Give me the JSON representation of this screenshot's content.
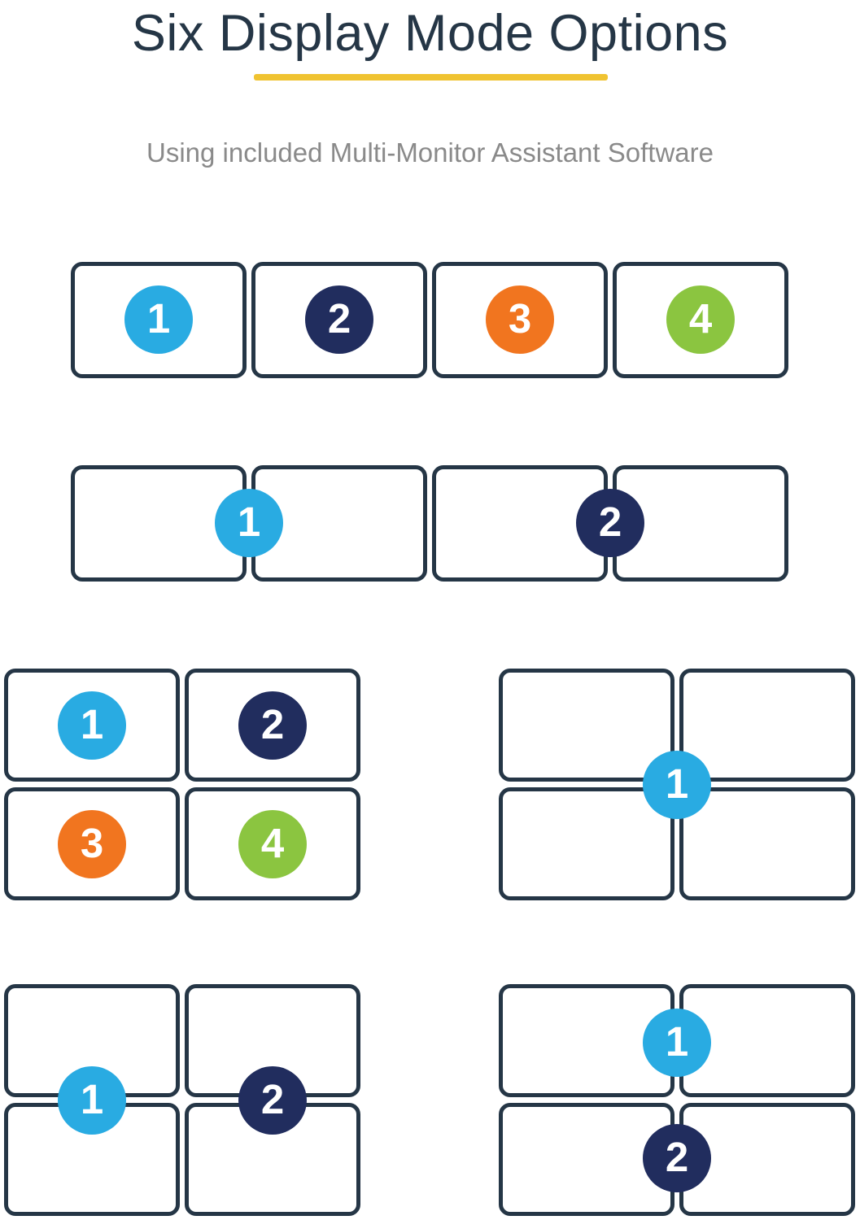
{
  "header": {
    "title": "Six Display Mode Options",
    "subtitle": "Using included Multi-Monitor Assistant Software"
  },
  "colors": {
    "title": "#253646",
    "subtitle": "#8A8A8A",
    "accent_yellow": "#F0C331",
    "monitor_border": "#253646",
    "badge_blue": "#29ABE2",
    "badge_navy": "#212D5E",
    "badge_orange": "#F1751F",
    "badge_green": "#8BC540"
  },
  "modes": [
    {
      "id": "four-across-independent",
      "monitors": 4,
      "badges": [
        {
          "label": "1",
          "color": "blue"
        },
        {
          "label": "2",
          "color": "navy"
        },
        {
          "label": "3",
          "color": "orange"
        },
        {
          "label": "4",
          "color": "green"
        }
      ]
    },
    {
      "id": "four-across-spanned-pairs",
      "monitors": 4,
      "badges": [
        {
          "label": "1",
          "color": "blue"
        },
        {
          "label": "2",
          "color": "navy"
        }
      ]
    },
    {
      "id": "grid-2x2-independent",
      "monitors": 4,
      "badges": [
        {
          "label": "1",
          "color": "blue"
        },
        {
          "label": "2",
          "color": "navy"
        },
        {
          "label": "3",
          "color": "orange"
        },
        {
          "label": "4",
          "color": "green"
        }
      ]
    },
    {
      "id": "grid-2x2-single-span",
      "monitors": 4,
      "badges": [
        {
          "label": "1",
          "color": "blue"
        }
      ]
    },
    {
      "id": "grid-2x2-vertical-pairs",
      "monitors": 4,
      "badges": [
        {
          "label": "1",
          "color": "blue"
        },
        {
          "label": "2",
          "color": "navy"
        }
      ]
    },
    {
      "id": "grid-2x2-horizontal-pairs",
      "monitors": 4,
      "badges": [
        {
          "label": "1",
          "color": "blue"
        },
        {
          "label": "2",
          "color": "navy"
        }
      ]
    }
  ]
}
